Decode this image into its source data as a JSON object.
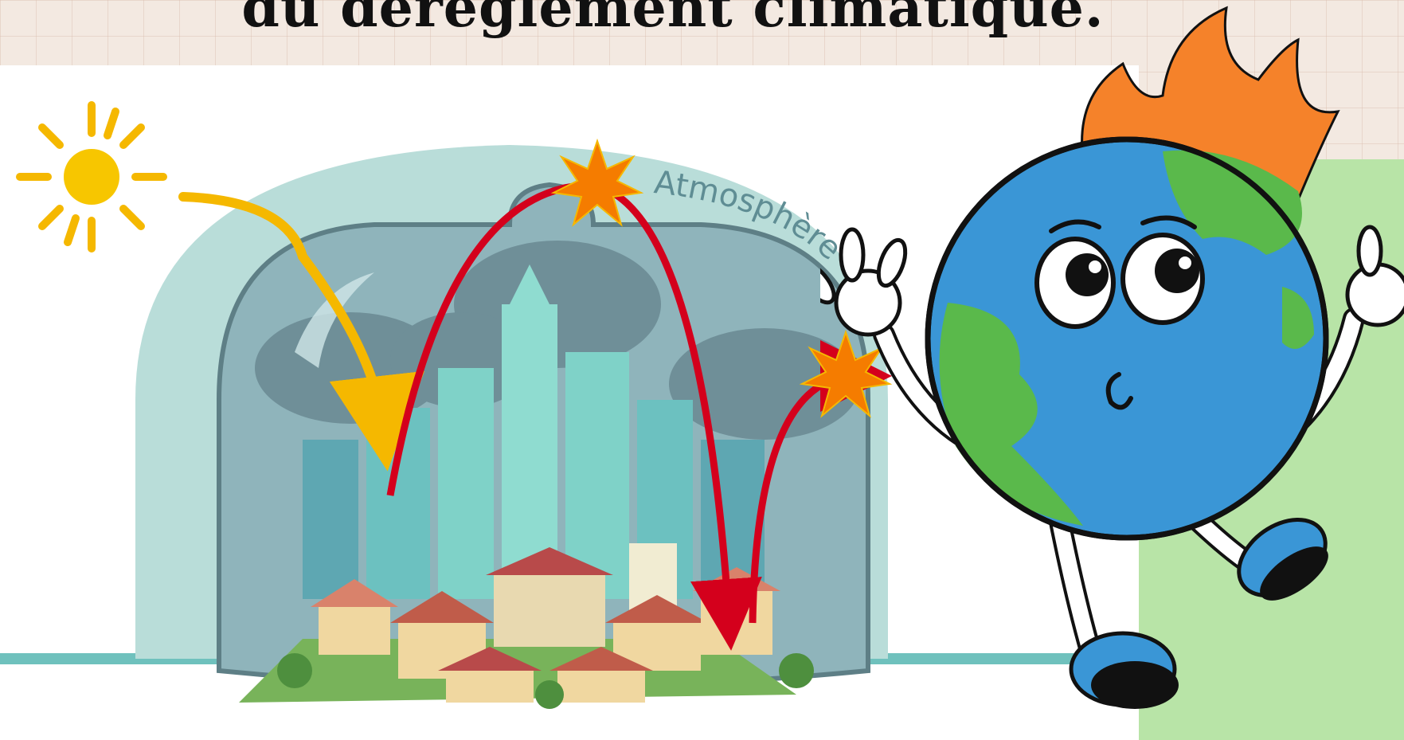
{
  "title": "du dérèglement climatique.",
  "atmosphere_label": "Atmosphère",
  "colors": {
    "background": "#f3e9e1",
    "dome": "#b9ddd9",
    "sun": "#f7c600",
    "sun_ray": "#f5b800",
    "heat_arrow": "#d4001c",
    "burst": "#f57c00",
    "earth_ocean": "#3a96d6",
    "earth_land": "#5ab94b",
    "flame": "#f5822a",
    "green_panel": "#b8e4a7"
  },
  "icons": [
    "sun-icon",
    "burst-icon",
    "earth-mascot"
  ]
}
